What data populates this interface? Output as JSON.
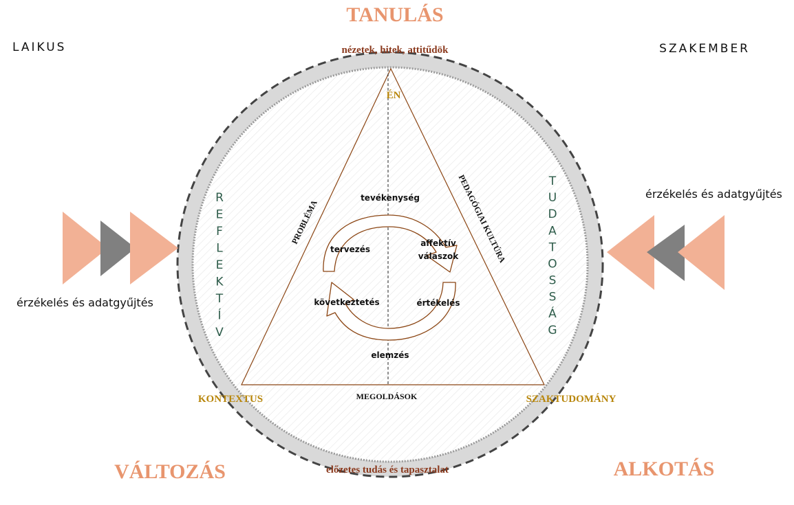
{
  "title_top": "TANULÁS",
  "title_bottom_left": "VÁLTOZÁS",
  "title_bottom_right": "ALKOTÁS",
  "corner_left": "LAIKUS",
  "corner_right": "SZAKEMBER",
  "sense_left": "érzékelés és adatgyűjtés",
  "sense_right": "érzékelés és adatgyűjtés",
  "ring_top": "nézetek, hitek, attitűdök",
  "ring_bottom": "előzetes tudás és tapasztalat",
  "vertical_left": [
    "R",
    "E",
    "F",
    "L",
    "E",
    "K",
    "T",
    "Í",
    "V"
  ],
  "vertical_right": [
    "T",
    "U",
    "D",
    "A",
    "T",
    "O",
    "S",
    "S",
    "Á",
    "G"
  ],
  "vertex_top": "ÉN",
  "vertex_left": "KONTEXTUS",
  "vertex_right": "SZAKTUDOMÁNY",
  "side_left": "PROBLÉMA",
  "side_right": "PEDAGÓGIAI KULTÚRA",
  "side_bottom": "MEGOLDÁSOK",
  "cycle": {
    "top": "tevékenység",
    "upper_left": "tervezés",
    "upper_right_1": "affektív",
    "upper_right_2": "válaszok",
    "lower_left": "következtetés",
    "lower_right": "értékelés",
    "bottom": "elemzés"
  },
  "colors": {
    "accent_orange": "#E8956E",
    "arrow_salmon": "#F2B195",
    "arrow_gray": "#808080",
    "ring_gray": "#D9D9D9",
    "triangle_brown": "#8B4513",
    "vertex_gold": "#B8860B",
    "vertical_green": "#2E5C4A"
  }
}
